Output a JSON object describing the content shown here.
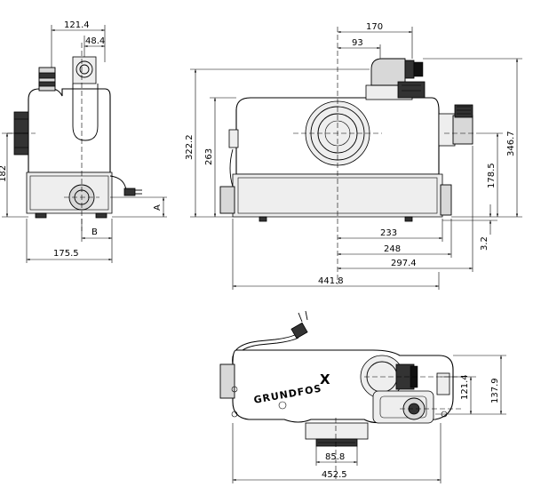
{
  "dimensions": {
    "side_width_top": "121.4",
    "side_offset_top": "48.4",
    "side_height": "182",
    "side_label_b": "B",
    "side_label_a": "A",
    "side_depth": "175.5",
    "front_top_170": "170",
    "front_top_93": "93",
    "front_height_322": "322.2",
    "front_height_263": "263",
    "front_height_346": "346.7",
    "front_height_178": "178.5",
    "front_small_3": "3.2",
    "front_233": "233",
    "front_248": "248",
    "front_297": "297.4",
    "front_441": "441.8",
    "top_121": "121.4",
    "top_137": "137.9",
    "top_85": "85.8",
    "top_452": "452.5"
  },
  "brand": {
    "logo_text": "GRUNDFOS"
  }
}
